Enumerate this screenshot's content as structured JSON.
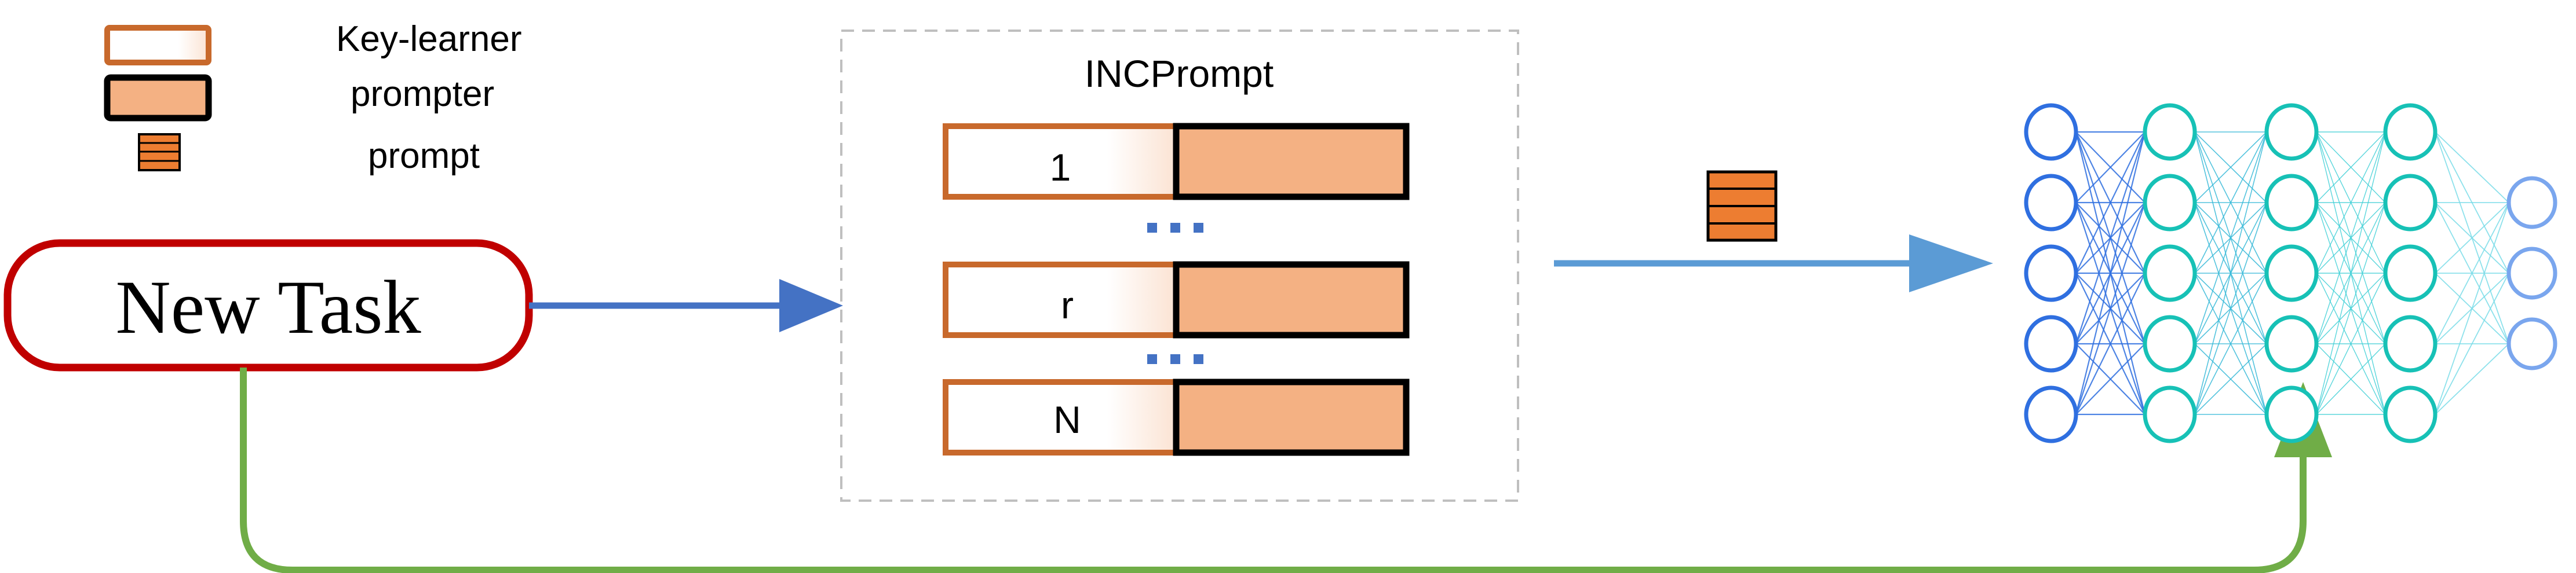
{
  "legend": {
    "key_learner_label": "Key-learner",
    "prompter_label": "prompter",
    "prompt_label": "prompt"
  },
  "incprompt": {
    "title": "INCPrompt",
    "slots": [
      {
        "label": "1"
      },
      {
        "label": "r"
      },
      {
        "label": "N"
      }
    ]
  },
  "task": {
    "label": "New Task"
  },
  "network": {
    "layer_sizes": [
      5,
      5,
      5,
      5,
      3
    ]
  },
  "colors": {
    "key_learner_border": "#c8692c",
    "prompter_fill": "#f4b183",
    "prompt_fill": "#ed7d31",
    "task_border": "#c00000",
    "task_arrow": "#4472c4",
    "prompt_arrow": "#5b9bd5",
    "feedback_arrow": "#70ad47",
    "ellipsis": "#4472c4"
  }
}
